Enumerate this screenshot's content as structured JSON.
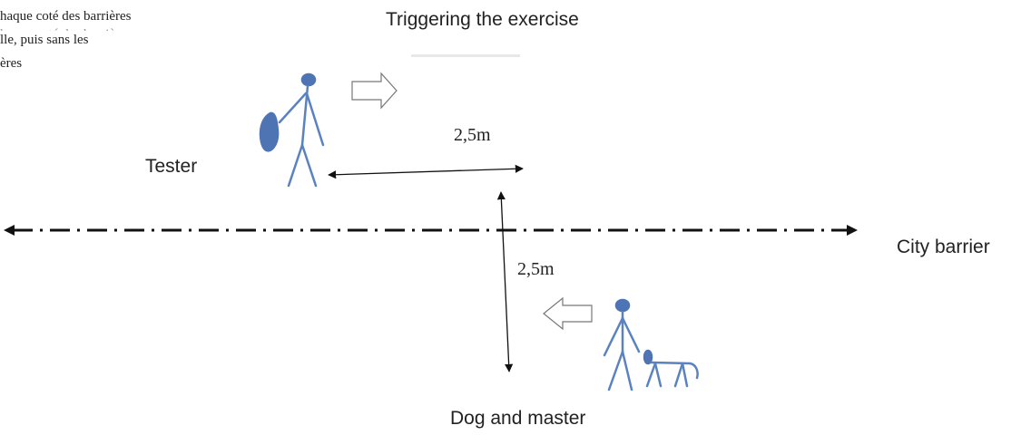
{
  "text_fragment": {
    "lines": [
      "haque coté des barrières",
      "lle, puis sans les",
      "ères"
    ]
  },
  "labels": {
    "triggering": "Triggering the exercise",
    "tester": "Tester",
    "city_barrier": "City barrier",
    "dog_and_master": "Dog and master"
  },
  "dimensions": {
    "horizontal": "2,5m",
    "vertical": "2,5m"
  },
  "colors": {
    "figure": "#5b82c0",
    "figure_fill": "#4f74b4",
    "line": "#111111"
  }
}
